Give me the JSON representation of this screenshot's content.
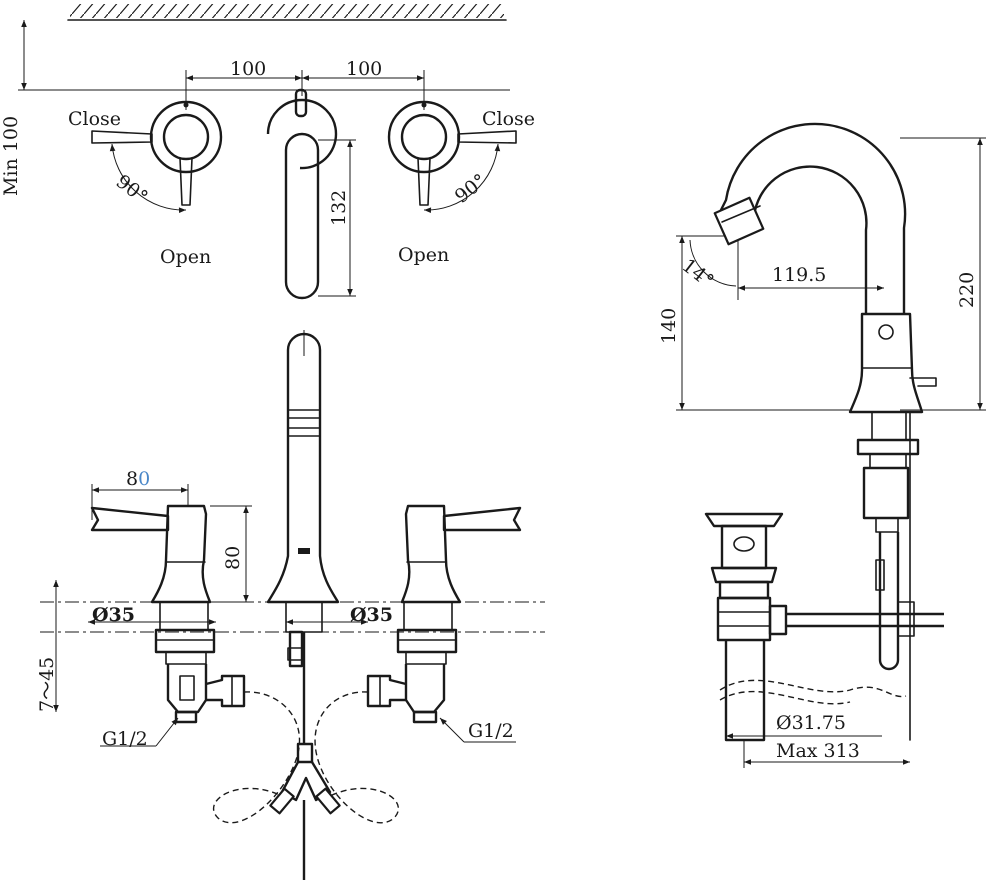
{
  "colors": {
    "ink": "#1a1a1a",
    "accent": "#4a87c8",
    "background": "#ffffff"
  },
  "dimensions": {
    "top_spacing_left": "100",
    "top_spacing_right": "100",
    "min_wall": "Min 100",
    "spout_length_top": "132",
    "handle_width_prefix": "8",
    "handle_width_suffix": "0",
    "handle_height": "80",
    "dia_left": "Ø35",
    "dia_right": "Ø35",
    "deck_thickness": "7～45",
    "thread_left": "G1/2",
    "thread_right": "G1/2",
    "spout_angle": "14°",
    "spout_reach": "119.5",
    "spout_clearance": "140",
    "overall_height": "220",
    "drain_dia": "Ø31.75",
    "max_length": "Max 313"
  },
  "labels": {
    "close_left": "Close",
    "close_right": "Close",
    "angle_left": "90°",
    "angle_right": "90°",
    "open_left": "Open",
    "open_right": "Open"
  }
}
